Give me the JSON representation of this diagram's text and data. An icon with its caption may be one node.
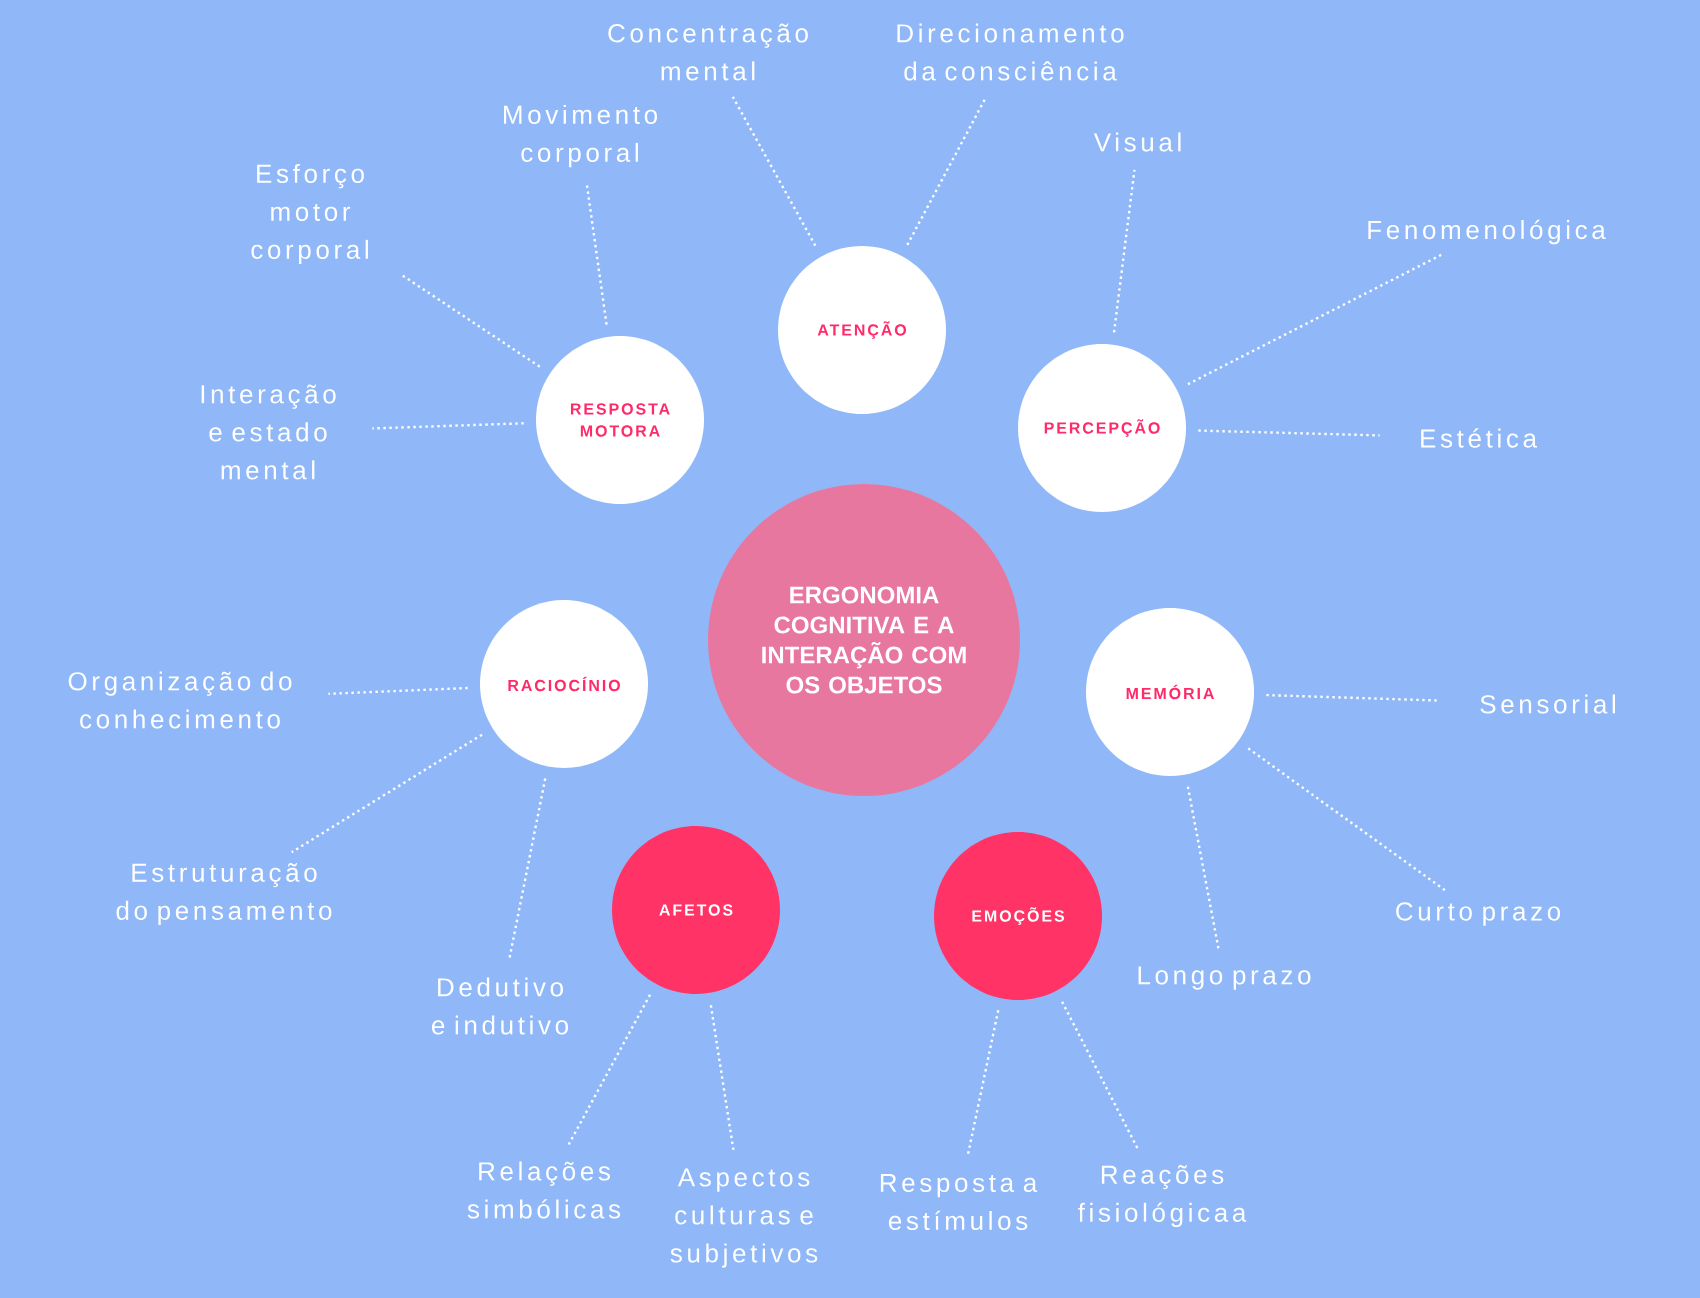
{
  "diagram": {
    "nodes": [
      {
        "text": [
          "ERGONOMIA COGNITIVA E A INTERAÇÃO COM OS OBJETOS"
        ]
      },
      {
        "text": [
          "ATENÇÃO"
        ]
      },
      {
        "text": [
          "RESPOSTA MOTORA"
        ]
      },
      {
        "text": [
          "PERCEPÇÃO"
        ]
      },
      {
        "text": [
          "RACIOCÍNIO"
        ]
      },
      {
        "text": [
          "MEMÓRIA"
        ]
      },
      {
        "text": [
          "AFETOS"
        ]
      },
      {
        "text": [
          "EMOÇÕES"
        ]
      },
      {
        "text": [
          "Concentração mental"
        ]
      },
      {
        "text": [
          "Direcionamento da consciência"
        ]
      },
      {
        "text": [
          "Movimento corporal"
        ]
      },
      {
        "text": [
          "Visual"
        ]
      },
      {
        "text": [
          "Esforço motor corporal"
        ]
      },
      {
        "text": [
          "Fenomenológica"
        ]
      },
      {
        "text": [
          "Interação e estado mental"
        ]
      },
      {
        "text": [
          "Estética"
        ]
      },
      {
        "text": [
          "Organização do conhecimento"
        ]
      },
      {
        "text": [
          "Sensorial"
        ]
      },
      {
        "text": [
          "Estruturação do pensamento"
        ]
      },
      {
        "text": [
          "Curto prazo"
        ]
      },
      {
        "text": [
          "Dedutivo e indutivo"
        ]
      },
      {
        "text": [
          "Longo prazo"
        ]
      },
      {
        "text": [
          "Relações simbólicas"
        ]
      },
      {
        "text": [
          "Aspectos culturas e subjetivos"
        ]
      },
      {
        "text": [
          "Resposta a estímulos"
        ]
      },
      {
        "text": [
          "Reações fisiológicaa"
        ]
      }
    ],
    "edges": [
      {
        "from": 1,
        "to": 8,
        "arrow": "none"
      },
      {
        "from": 1,
        "to": 9,
        "arrow": "none"
      },
      {
        "from": 2,
        "to": 10,
        "arrow": "none"
      },
      {
        "from": 2,
        "to": 12,
        "arrow": "none"
      },
      {
        "from": 2,
        "to": 14,
        "arrow": "none"
      },
      {
        "from": 3,
        "to": 11,
        "arrow": "none"
      },
      {
        "from": 3,
        "to": 13,
        "arrow": "none"
      },
      {
        "from": 3,
        "to": 15,
        "arrow": "none"
      },
      {
        "from": 4,
        "to": 16,
        "arrow": "none"
      },
      {
        "from": 4,
        "to": 18,
        "arrow": "none"
      },
      {
        "from": 4,
        "to": 20,
        "arrow": "none"
      },
      {
        "from": 5,
        "to": 17,
        "arrow": "none"
      },
      {
        "from": 5,
        "to": 19,
        "arrow": "none"
      },
      {
        "from": 5,
        "to": 21,
        "arrow": "none"
      },
      {
        "from": 6,
        "to": 22,
        "arrow": "none"
      },
      {
        "from": 6,
        "to": 23,
        "arrow": "none"
      },
      {
        "from": 7,
        "to": 24,
        "arrow": "none"
      },
      {
        "from": 7,
        "to": 25,
        "arrow": "none"
      }
    ]
  }
}
